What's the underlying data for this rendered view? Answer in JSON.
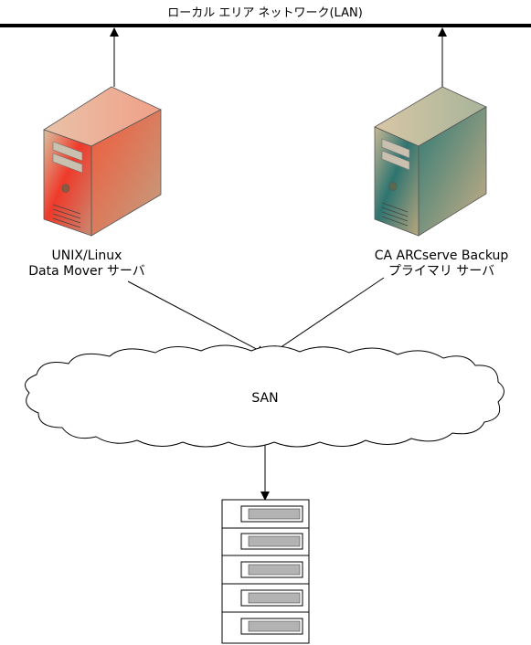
{
  "lan": {
    "label": "ローカル エリア ネットワーク(LAN)"
  },
  "servers": [
    {
      "line1": "UNIX/Linux",
      "line2": "Data Mover サーバ",
      "color": "#e8231c"
    },
    {
      "line1": "CA ARCserve Backup",
      "line2": "プライマリ サーバ",
      "color": "#1a6b6b"
    }
  ],
  "san": {
    "label": "SAN"
  },
  "storage": {
    "slots": 5
  },
  "colors": {
    "line": "#000000",
    "tan": "#c9aa87",
    "slot": "#b3b3b3"
  }
}
